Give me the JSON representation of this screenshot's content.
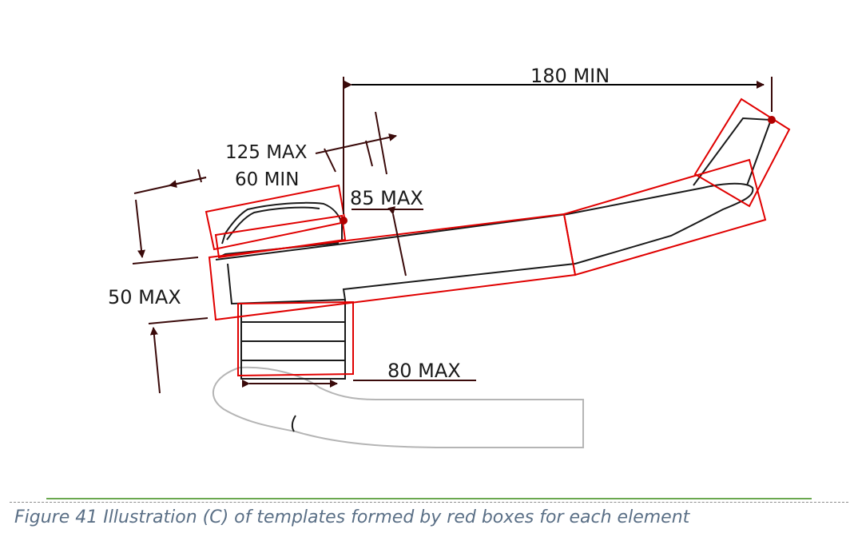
{
  "diagram": {
    "labels": {
      "dim_180": "180 MIN",
      "dim_125": "125 MAX",
      "dim_60": "60 MIN",
      "dim_85": "85 MAX",
      "dim_50": "50 MAX",
      "dim_80": "80 MAX"
    },
    "colors": {
      "template_box": "#e00000",
      "outline": "#1a1a1a",
      "dimension_line": "#3a0a0a",
      "foot_outline": "#b5b5b5",
      "reference_point": "#b00000"
    }
  },
  "caption": "Figure 41 Illustration (C) of templates formed by red boxes for each element"
}
